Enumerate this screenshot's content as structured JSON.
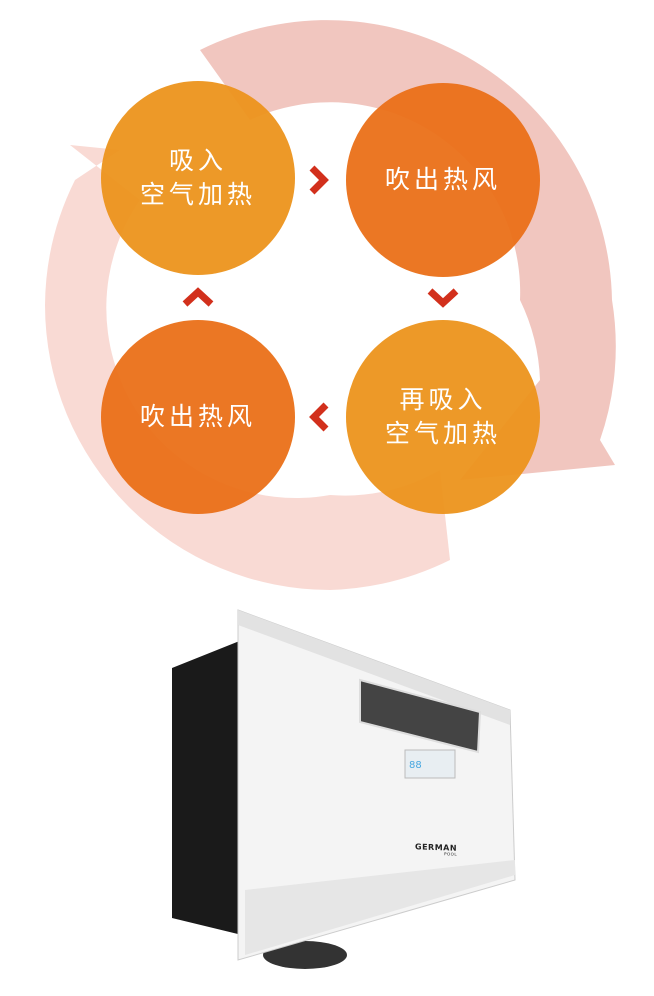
{
  "cycle": {
    "step1": {
      "line1": "吸入",
      "line2": "空气加热"
    },
    "step2": {
      "line1": "吹出热风"
    },
    "step3": {
      "line1": "再吸入",
      "line2": "空气加热"
    },
    "step4": {
      "line1": "吹出热风"
    }
  },
  "product": {
    "brand": "GERMAN",
    "brand_sub": "POOL"
  },
  "colors": {
    "ring": "#f3c7c0",
    "orange_light": "#ec941c",
    "orange_dark": "#ea7018",
    "arrow": "#d2301c"
  }
}
